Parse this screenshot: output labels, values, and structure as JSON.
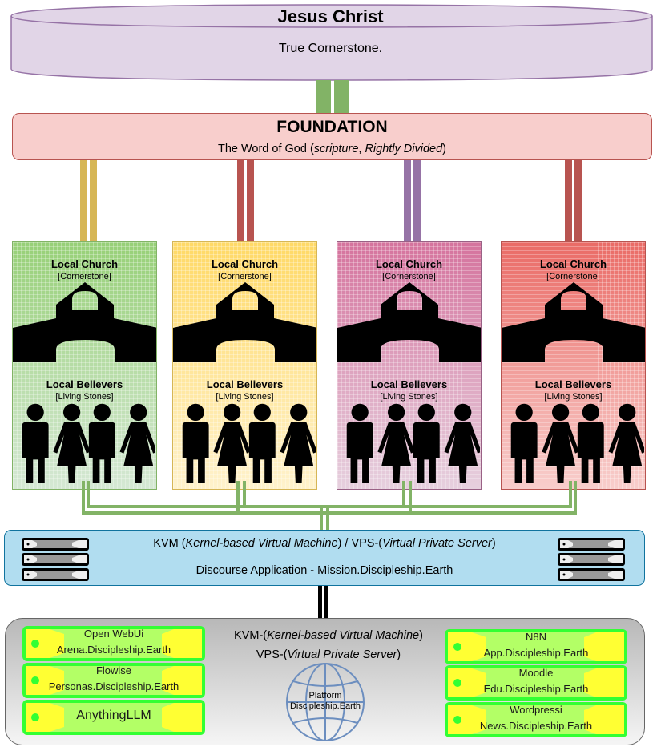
{
  "cornerstone": {
    "title": "Jesus Christ",
    "subtitle": "True Cornerstone."
  },
  "foundation": {
    "title": "FOUNDATION",
    "subtitle_prefix": "The Word of God (",
    "subtitle_italic_1": "scripture",
    "subtitle_sep": ", ",
    "subtitle_italic_2": "Rightly Divided",
    "subtitle_suffix": ")"
  },
  "churches": [
    {
      "title": "Local Church",
      "subtitle": "[Cornerstone]",
      "believers_title": "Local Believers",
      "believers_subtitle": "[Living Stones]",
      "color_top": "#97d077",
      "color_bottom": "#d5e8d4",
      "border": "#82b366",
      "pipe_color": "#d6b656"
    },
    {
      "title": "Local Church",
      "subtitle": "[Cornerstone]",
      "believers_title": "Local Believers",
      "believers_subtitle": "[Living Stones]",
      "color_top": "#ffd966",
      "color_bottom": "#fff2cc",
      "border": "#d6b656",
      "pipe_color": "#b85450"
    },
    {
      "title": "Local Church",
      "subtitle": "[Cornerstone]",
      "believers_title": "Local Believers",
      "believers_subtitle": "[Living Stones]",
      "color_top": "#d5739d",
      "color_bottom": "#e6d0de",
      "border": "#996185",
      "pipe_color": "#9673a6"
    },
    {
      "title": "Local Church",
      "subtitle": "[Cornerstone]",
      "believers_title": "Local Believers",
      "believers_subtitle": "[Living Stones]",
      "color_top": "#ea6b66",
      "color_bottom": "#f8cecc",
      "border": "#b85450",
      "pipe_color": "#b85450"
    }
  ],
  "vps": {
    "line1_a": "KVM (",
    "line1_b": "Kernel-based Virtual Machine",
    "line1_c": ") / VPS-(",
    "line1_d": "Virtual Private Server",
    "line1_e": ")",
    "line2": "Discourse Application - Mission.Discipleship.Earth",
    "icon": "server-rack-icon"
  },
  "platform": {
    "line1_a": "KVM-(",
    "line1_b": "Kernel-based Virtual Machine",
    "line1_c": ")",
    "line2_a": "VPS-(",
    "line2_b": "Virtual Private Server",
    "line2_c": ")",
    "globe_label_1": "Platform",
    "globe_label_2": "Discipleship.Earth",
    "apps_left": [
      {
        "name": "Open WebUi",
        "domain": "Arena.Discipleship.Earth"
      },
      {
        "name": "Flowise",
        "domain": "Personas.Discipleship.Earth"
      },
      {
        "name": "AnythingLLM",
        "domain": ""
      }
    ],
    "apps_right": [
      {
        "name": "N8N",
        "domain": "App.Discipleship.Earth"
      },
      {
        "name": "Moodle",
        "domain": "Edu.Discipleship.Earth"
      },
      {
        "name": "Wordpressi",
        "domain": "News.Discipleship.Earth"
      }
    ]
  },
  "colors": {
    "cornerstone_fill": "#e1d5e7",
    "cornerstone_stroke": "#9673a6",
    "foundation_fill": "#f8cecc",
    "green_pipe": "#82b366",
    "vps_fill": "#b1ddf0",
    "app_outer": "#33ff33",
    "app_inner": "#b3ff66",
    "app_end": "#ffff33"
  }
}
